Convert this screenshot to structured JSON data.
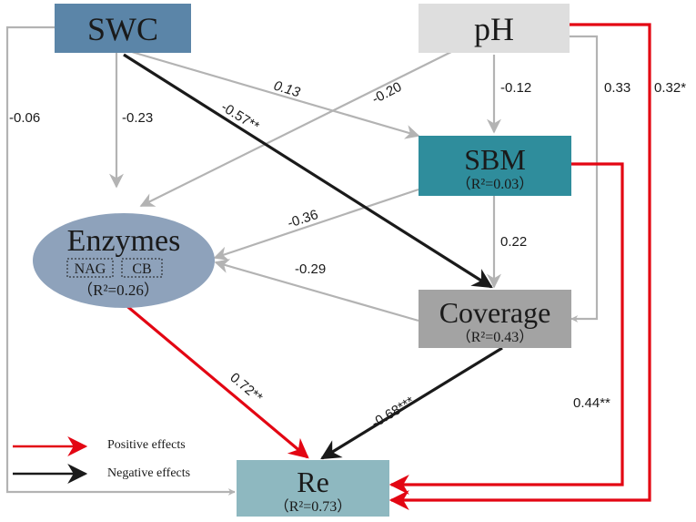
{
  "nodes": {
    "swc": {
      "label": "SWC",
      "fill": "#5b85a8"
    },
    "ph": {
      "label": "pH",
      "fill": "#dedede"
    },
    "sbm": {
      "label": "SBM",
      "r2": "（R²=0.03）",
      "fill": "#2f8d9c"
    },
    "enzymes": {
      "label": "Enzymes",
      "sub1": "NAG",
      "sub2": "CB",
      "r2": "（R²=0.26）",
      "fill": "#8ea2bb"
    },
    "coverage": {
      "label": "Coverage",
      "r2": "（R²=0.43）",
      "fill": "#a3a3a3"
    },
    "re": {
      "label": "Re",
      "r2": "（R²=0.73）",
      "fill": "#8eb8c0"
    }
  },
  "paths": {
    "swc_enzymes": "-0.23",
    "swc_sbm": "0.13",
    "swc_coverage": "-0.57**",
    "swc_re": "-0.06",
    "ph_enzymes": "-0.20",
    "ph_sbm": "-0.12",
    "ph_coverage": "0.33",
    "ph_re": "0.32*",
    "sbm_enzymes": "-0.36",
    "sbm_coverage": "0.22",
    "sbm_re": "0.44**",
    "coverage_enzymes": "-0.29",
    "coverage_re": "-0.68***",
    "enzymes_re": "0.72**"
  },
  "legend": {
    "positive": "Positive effects",
    "negative": "Negative effects"
  },
  "colors": {
    "positive": "#e30613",
    "negative": "#1a1a1a",
    "nonsignificant": "#b3b3b3"
  }
}
